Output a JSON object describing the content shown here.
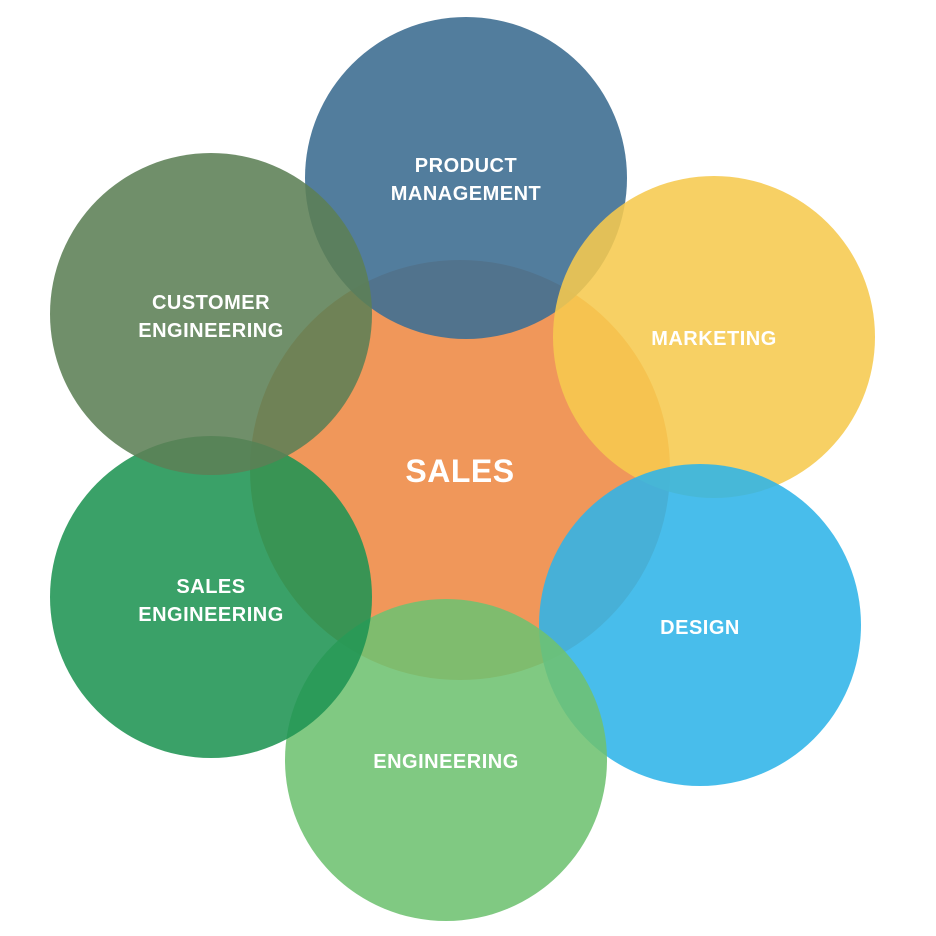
{
  "center": {
    "label": "SALES",
    "color": "#f0975a"
  },
  "nodes": [
    {
      "lines": [
        "PRODUCT",
        "MANAGEMENT"
      ],
      "color": "#3f6f92"
    },
    {
      "lines": [
        "MARKETING"
      ],
      "color": "#f6c94f"
    },
    {
      "lines": [
        "DESIGN"
      ],
      "color": "#2fb4e8"
    },
    {
      "lines": [
        "ENGINEERING"
      ],
      "color": "#6ec271"
    },
    {
      "lines": [
        "SALES",
        "ENGINEERING"
      ],
      "color": "#1f9453"
    },
    {
      "lines": [
        "CUSTOMER",
        "ENGINEERING"
      ],
      "color": "#5c7f55"
    }
  ]
}
